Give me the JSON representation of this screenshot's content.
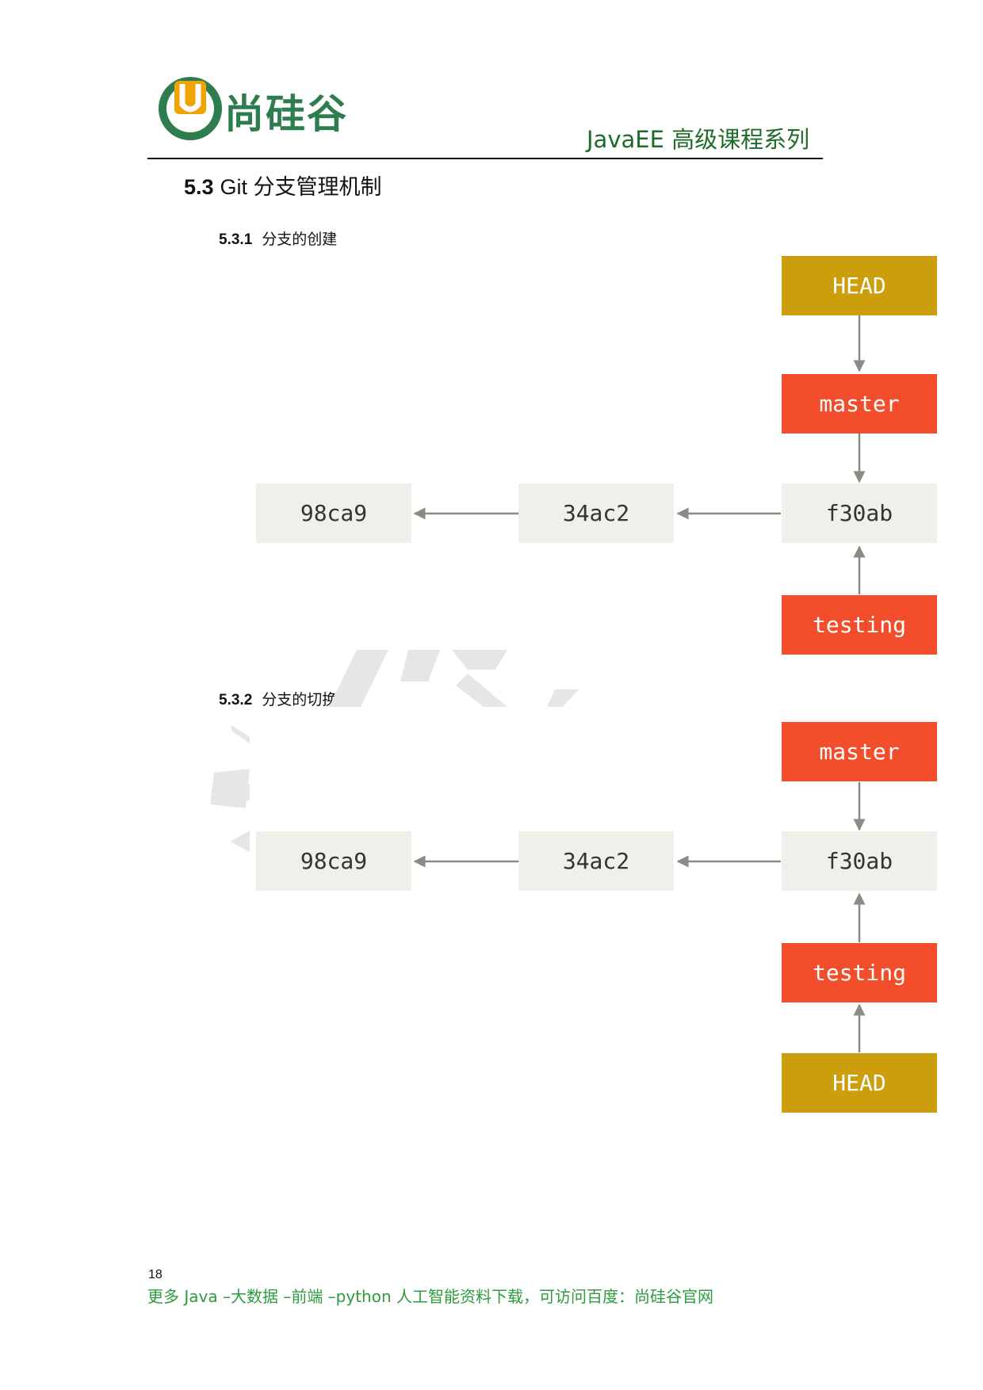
{
  "header": {
    "brand_name": "尚硅谷",
    "series": "JavaEE 高级课程系列"
  },
  "section": {
    "number": "5.3",
    "title": "Git 分支管理机制"
  },
  "subsections": [
    {
      "number": "5.3.1",
      "label": "分支的创建"
    },
    {
      "number": "5.3.2",
      "label": "分支的切换"
    }
  ],
  "diagram1": {
    "commits": [
      "98ca9",
      "34ac2",
      "f30ab"
    ],
    "head": "HEAD",
    "master": "master",
    "testing": "testing"
  },
  "diagram2": {
    "commits": [
      "98ca9",
      "34ac2",
      "f30ab"
    ],
    "head": "HEAD",
    "master": "master",
    "testing": "testing"
  },
  "colors": {
    "commit_box": "#f0efe9",
    "branch_box": "#f24e2c",
    "head_box": "#cc9e0c",
    "arrow": "#8c8a84",
    "brand_green": "#2e7d4f",
    "logo_orange": "#f0a400"
  },
  "footer": {
    "page_number": "18",
    "text": "更多 Java –大数据 –前端 –python 人工智能资料下载，可访问百度：尚硅谷官网"
  }
}
